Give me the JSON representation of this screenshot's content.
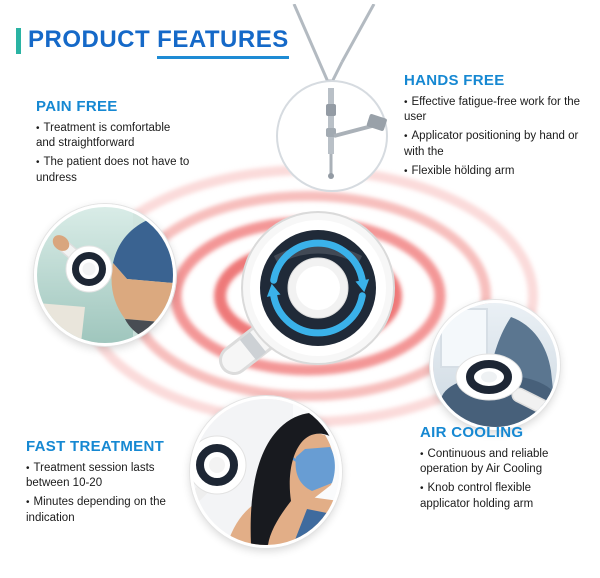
{
  "ui": {
    "bullet_char": "•"
  },
  "title": {
    "part1": "PRODUCT",
    "part2": "FEATURES"
  },
  "sections": {
    "pain_free": {
      "heading": "PAIN FREE",
      "bullets": [
        "Treatment is comfortable and straightforward",
        "The patient does not have to undress"
      ]
    },
    "hands_free": {
      "heading": "HANDS FREE",
      "bullets": [
        "Effective fatigue-free work for the user",
        "Applicator positioning by hand or with the",
        "Flexible hölding arm"
      ]
    },
    "fast_treatment": {
      "heading": "FAST TREATMENT",
      "bullets": [
        "Treatment session lasts between 10-20",
        "Minutes depending on the indication"
      ]
    },
    "air_cooling": {
      "heading": "AIR COOLING",
      "bullets": [
        "Continuous and reliable operation by Air Cooling",
        "Knob control flexible applicator holding arm"
      ]
    }
  },
  "colors": {
    "title_blue": "#1569c8",
    "heading_blue": "#1688d2",
    "accent_teal": "#2ab3a3",
    "ring_red": "#e84545",
    "arrow_blue": "#3ab2ea",
    "device_dark": "#202a38"
  }
}
